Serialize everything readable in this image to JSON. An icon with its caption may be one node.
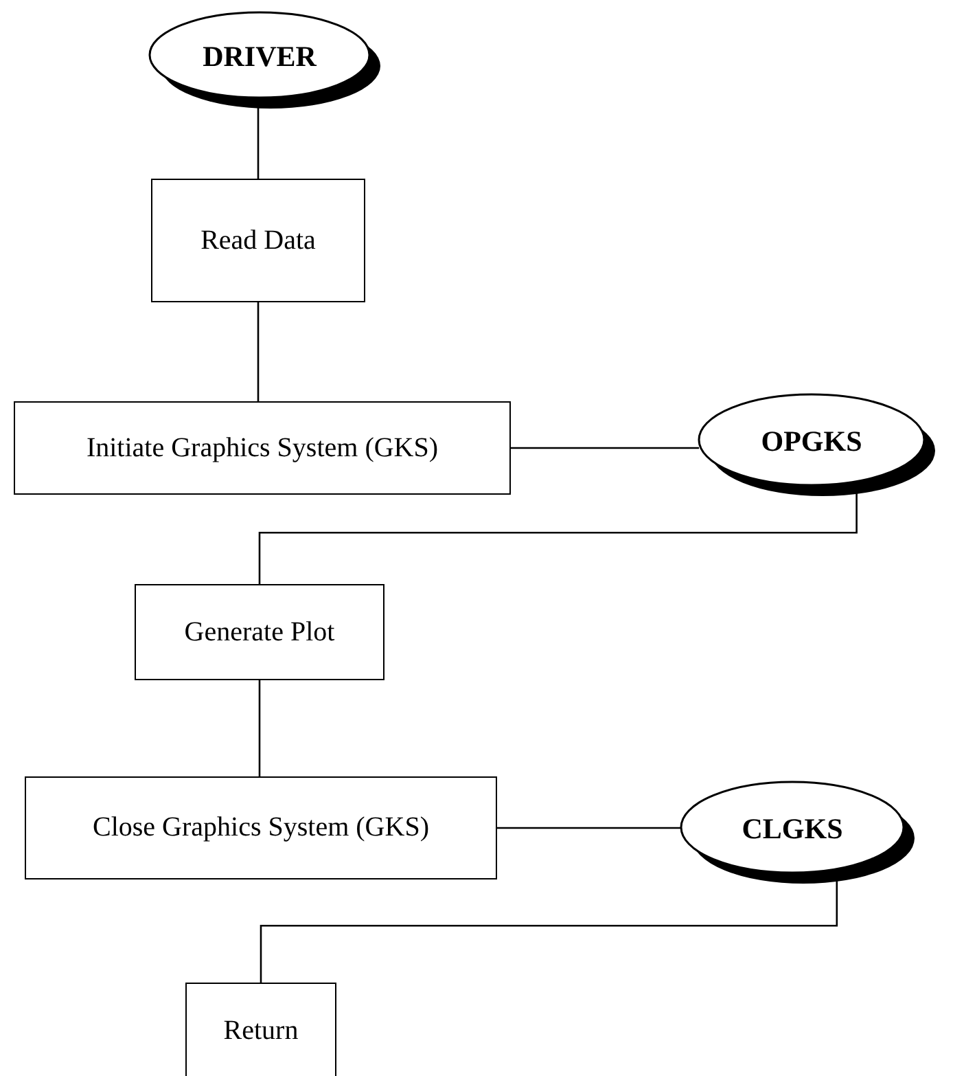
{
  "diagram": {
    "nodes": [
      {
        "text": [
          "DRIVER"
        ]
      },
      {
        "text": [
          "Read Data"
        ]
      },
      {
        "text": [
          "Initiate Graphics System (GKS)"
        ]
      },
      {
        "text": [
          "OPGKS"
        ]
      },
      {
        "text": [
          "Generate Plot"
        ]
      },
      {
        "text": [
          "Close Graphics System (GKS)"
        ]
      },
      {
        "text": [
          "CLGKS"
        ]
      },
      {
        "text": [
          "Return"
        ]
      }
    ],
    "edges": [
      {
        "from": 0,
        "to": 1,
        "arrow": "none"
      },
      {
        "from": 1,
        "to": 2,
        "arrow": "none"
      },
      {
        "from": 2,
        "to": 3,
        "arrow": "none"
      },
      {
        "from": 3,
        "to": 4,
        "arrow": "none"
      },
      {
        "from": 4,
        "to": 5,
        "arrow": "none"
      },
      {
        "from": 5,
        "to": 6,
        "arrow": "none"
      },
      {
        "from": 6,
        "to": 7,
        "arrow": "none"
      }
    ]
  }
}
